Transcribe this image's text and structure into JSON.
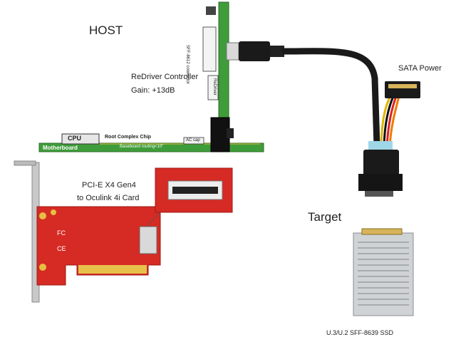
{
  "labels": {
    "host": "HOST",
    "redriver_line1": "ReDriver Controller",
    "redriver_line2": "Gain: +13dB",
    "cpu": "CPU",
    "root_complex": "Root Complex Chip",
    "ac_cap": "AC cap",
    "motherboard": "Motherboard",
    "baseboard_routing": "Baseboard routing<10\"",
    "sff_connector": "SFF-8612 connector",
    "redriver_chip": "ReDriver",
    "card_line1": "PCI-E X4 Gen4",
    "card_line2": "to Oculink 4i Card",
    "sata_power": "SATA Power",
    "target": "Target",
    "ssd_caption": "U.3/U.2 SFF-8639 SSD"
  },
  "colors": {
    "motherboard_green": "#3f9c3a",
    "card_red": "#d62a24",
    "cable_black": "#1a1a1a",
    "ssd_silver": "#cfd3d6"
  }
}
